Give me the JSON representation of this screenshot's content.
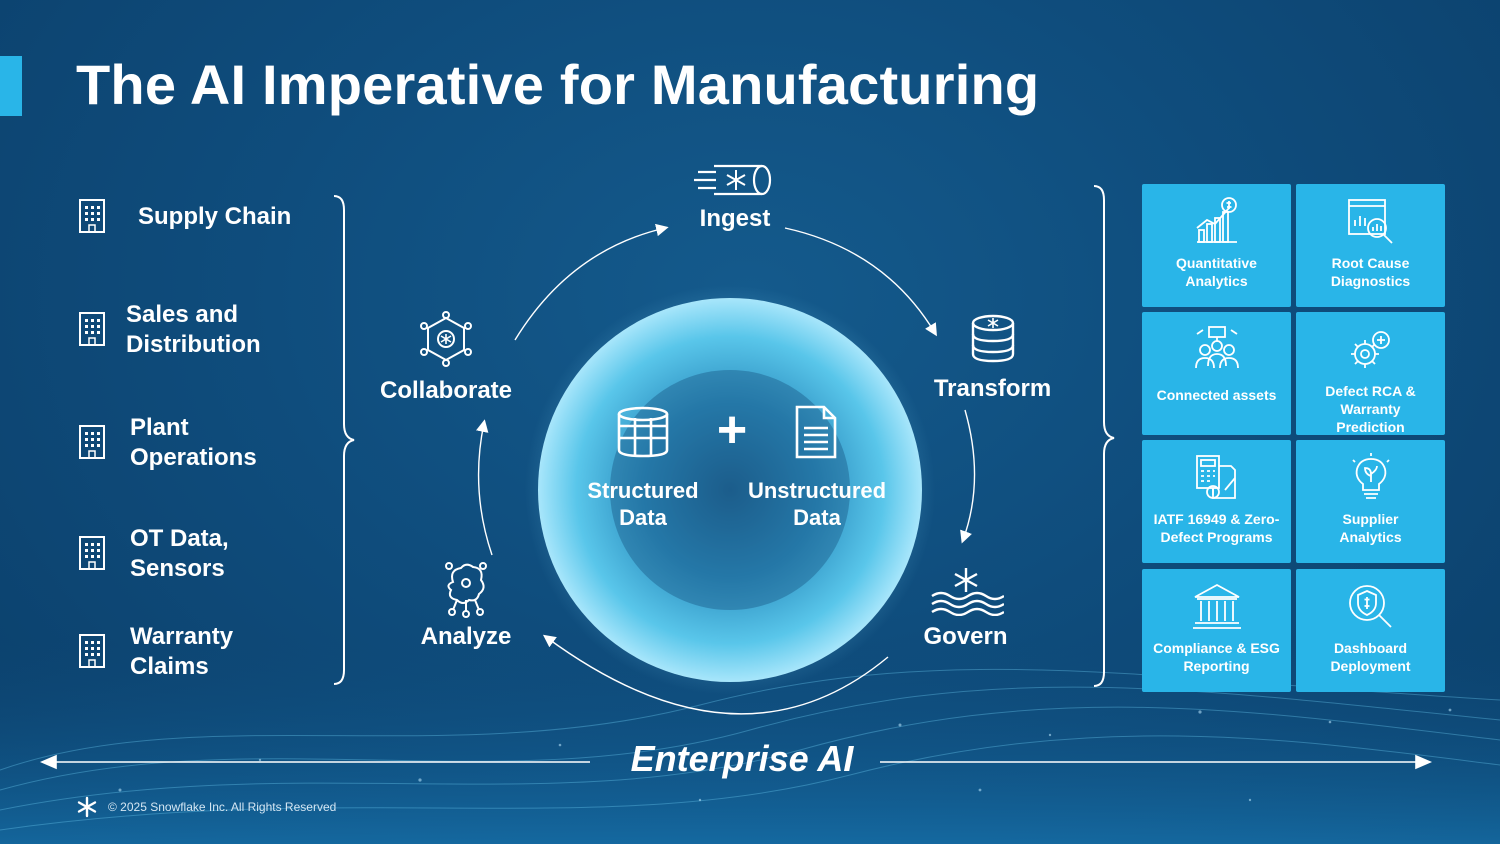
{
  "title": "The AI Imperative for Manufacturing",
  "data_sources": [
    "Supply Chain",
    "Sales and Distribution",
    "Plant Operations",
    "OT Data, Sensors",
    "Warranty Claims"
  ],
  "cycle": {
    "ingest": "Ingest",
    "transform": "Transform",
    "govern": "Govern",
    "analyze": "Analyze",
    "collaborate": "Collaborate"
  },
  "center": {
    "structured": "Structured Data",
    "plus": "+",
    "unstructured": "Unstructured Data"
  },
  "use_cases": [
    "Quantitative Analytics",
    "Root Cause Diagnostics",
    "Connected assets",
    "Defect RCA & Warranty Prediction",
    "IATF 16949 & Zero-Defect Programs",
    "Supplier Analytics",
    "Compliance & ESG Reporting",
    "Dashboard Deployment"
  ],
  "footer": {
    "enterprise_ai": "Enterprise AI",
    "copyright": "© 2025 Snowflake Inc. All Rights Reserved"
  },
  "colors": {
    "accent": "#29b5e8",
    "background": "#0f4d7d"
  },
  "icons": [
    "building-icon",
    "snowflake-pipe-icon",
    "database-icon",
    "governance-waves-icon",
    "brain-icon",
    "network-hub-icon",
    "table-icon",
    "document-icon"
  ]
}
